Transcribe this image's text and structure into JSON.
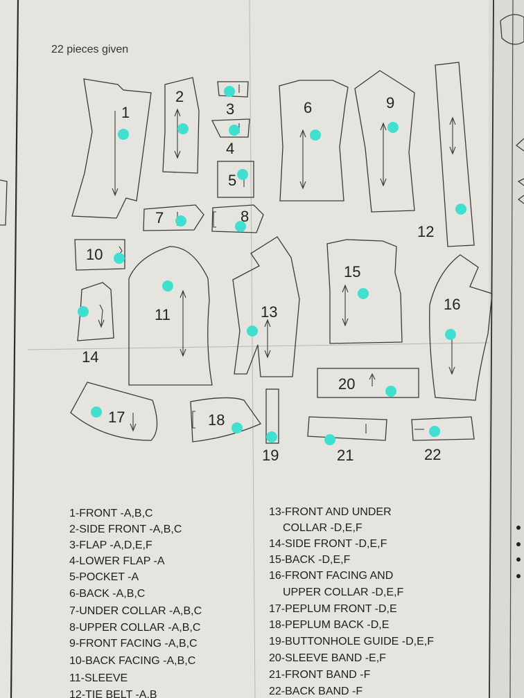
{
  "caption": "22 pieces given",
  "pieces": [
    {
      "id": "1",
      "label": "1"
    },
    {
      "id": "2",
      "label": "2"
    },
    {
      "id": "3",
      "label": "3"
    },
    {
      "id": "4",
      "label": "4"
    },
    {
      "id": "5",
      "label": "5"
    },
    {
      "id": "6",
      "label": "6"
    },
    {
      "id": "7",
      "label": "7"
    },
    {
      "id": "8",
      "label": "8"
    },
    {
      "id": "9",
      "label": "9"
    },
    {
      "id": "10",
      "label": "10"
    },
    {
      "id": "11",
      "label": "11"
    },
    {
      "id": "12",
      "label": "12"
    },
    {
      "id": "13",
      "label": "13"
    },
    {
      "id": "14",
      "label": "14"
    },
    {
      "id": "15",
      "label": "15"
    },
    {
      "id": "16",
      "label": "16"
    },
    {
      "id": "17",
      "label": "17"
    },
    {
      "id": "18",
      "label": "18"
    },
    {
      "id": "19",
      "label": "19"
    },
    {
      "id": "20",
      "label": "20"
    },
    {
      "id": "21",
      "label": "21"
    },
    {
      "id": "22",
      "label": "22"
    }
  ],
  "legend_left": [
    "1-FRONT -A,B,C",
    "2-SIDE FRONT -A,B,C",
    "3-FLAP -A,D,E,F",
    "4-LOWER FLAP -A",
    "5-POCKET -A",
    "6-BACK -A,B,C",
    "7-UNDER COLLAR -A,B,C",
    "8-UPPER COLLAR -A,B,C",
    "9-FRONT FACING -A,B,C",
    "10-BACK FACING -A,B,C",
    "11-SLEEVE",
    "12-TIE BELT -A,B"
  ],
  "legend_right": [
    "13-FRONT AND UNDER",
    "COLLAR -D,E,F",
    "14-SIDE FRONT -D,E,F",
    "15-BACK -D,E,F",
    "16-FRONT FACING AND",
    "UPPER COLLAR -D,E,F",
    "17-PEPLUM FRONT -D,E",
    "18-PEPLUM BACK -D,E",
    "19-BUTTONHOLE GUIDE -D,E,F",
    "20-SLEEVE BAND -E,F",
    "21-FRONT BAND -F",
    "22-BACK BAND -F"
  ],
  "colors": {
    "paper": "#e8e6e1",
    "ink": "#2a2a2a",
    "marker": "#3fe0cf",
    "background": "#cfcdc8"
  }
}
